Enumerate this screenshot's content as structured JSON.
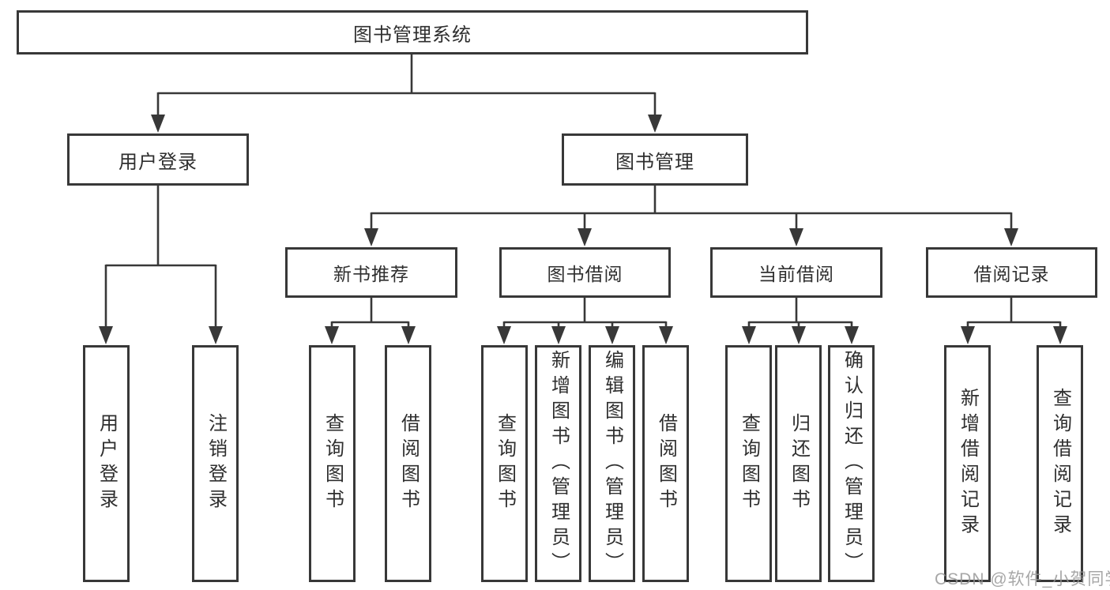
{
  "diagram_title": "图书管理系统",
  "tree": {
    "root": {
      "label": "图书管理系统"
    },
    "level2": [
      {
        "label": "用户登录",
        "parent": "图书管理系统"
      },
      {
        "label": "图书管理",
        "parent": "图书管理系统"
      }
    ],
    "level3": [
      {
        "label": "新书推荐",
        "parent": "图书管理"
      },
      {
        "label": "图书借阅",
        "parent": "图书管理"
      },
      {
        "label": "当前借阅",
        "parent": "图书管理"
      },
      {
        "label": "借阅记录",
        "parent": "图书管理"
      }
    ],
    "leaves": [
      {
        "label": "用户登录",
        "parent": "用户登录"
      },
      {
        "label": "注销登录",
        "parent": "用户登录"
      },
      {
        "label": "查询图书",
        "parent": "新书推荐"
      },
      {
        "label": "借阅图书",
        "parent": "新书推荐"
      },
      {
        "label": "查询图书",
        "parent": "图书借阅"
      },
      {
        "label": "新增图书（管理员）",
        "parent": "图书借阅"
      },
      {
        "label": "编辑图书（管理员）",
        "parent": "图书借阅"
      },
      {
        "label": "借阅图书",
        "parent": "图书借阅"
      },
      {
        "label": "查询图书",
        "parent": "当前借阅"
      },
      {
        "label": "归还图书",
        "parent": "当前借阅"
      },
      {
        "label": "确认归还（管理员）",
        "parent": "当前借阅"
      },
      {
        "label": "新增借阅记录",
        "parent": "借阅记录"
      },
      {
        "label": "查询借阅记录",
        "parent": "借阅记录"
      }
    ]
  },
  "watermark": {
    "text": "CSDN @软件_小贺同学"
  },
  "colors": {
    "line": "#383838",
    "box_border": "#383838",
    "text": "#2f2f2f",
    "background": "#ffffff",
    "watermark": "#949494"
  }
}
